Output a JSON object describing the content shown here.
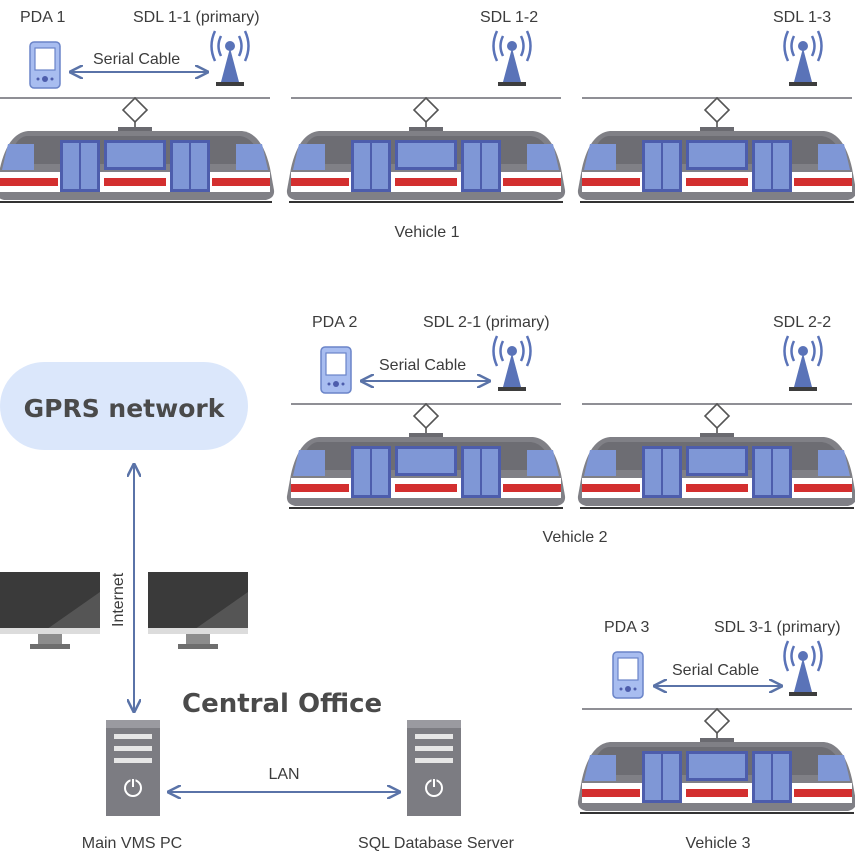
{
  "colors": {
    "arrow": "#5a73a8",
    "tram_body": "#7a7a80",
    "tram_stripe": "#d32f2f",
    "window": "#7f97d6",
    "cloud": "#dbe7fb",
    "server": "#7c7c82"
  },
  "labels": {
    "pda1": "PDA 1",
    "sdl11": "SDL 1-1 (primary)",
    "sdl12": "SDL 1-2",
    "sdl13": "SDL 1-3",
    "serial1": "Serial Cable",
    "vehicle1": "Vehicle 1",
    "pda2": "PDA 2",
    "sdl21": "SDL 2-1 (primary)",
    "sdl22": "SDL 2-2",
    "serial2": "Serial Cable",
    "vehicle2": "Vehicle 2",
    "pda3": "PDA 3",
    "sdl31": "SDL 3-1 (primary)",
    "serial3": "Serial Cable",
    "vehicle3": "Vehicle 3",
    "gprs": "GPRS network",
    "internet": "Internet",
    "central_office": "Central Office",
    "lan": "LAN",
    "main_vms": "Main VMS PC",
    "sql_server": "SQL Database Server"
  },
  "icons": [
    "pda-icon",
    "antenna-icon",
    "tram-icon",
    "monitor-icon",
    "server-icon",
    "cloud-icon"
  ]
}
